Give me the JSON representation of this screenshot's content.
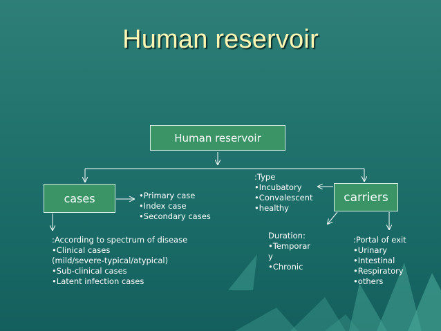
{
  "slide": {
    "title": "Human reservoir"
  },
  "diagram": {
    "root": "Human reservoir",
    "cases": "cases",
    "carriers": "carriers",
    "cases_types": "•Primary case\n•Index case\n•Secondary cases",
    "cases_spectrum": ":According to spectrum of disease\n•Clinical cases\n(mild/severe-typical/atypical)\n•Sub-clinical cases\n•Latent infection cases",
    "carrier_type": ":Type\n•Incubatory\n•Convalescent\n•healthy",
    "carrier_duration": "Duration:\n•Temporar\ny\n•Chronic",
    "carrier_portal": ":Portal of exit\n•Urinary\n•Intestinal\n•Respiratory\n•others"
  },
  "colors": {
    "background": "#23746f",
    "title": "#fff7b3",
    "node_fill": "#3a9465",
    "node_border": "#d9efe6",
    "connector": "#ffffff",
    "decoration": "#3e9b8f"
  }
}
